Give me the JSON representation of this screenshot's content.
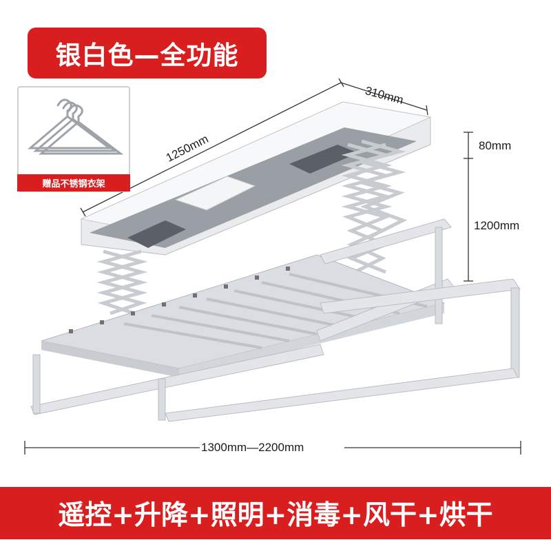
{
  "title_badge": {
    "text": "银白色—全功能"
  },
  "gift": {
    "label": "赠品不锈钢衣架"
  },
  "dimensions": {
    "depth": "310mm",
    "length": "1250mm",
    "box_height": "80mm",
    "lift_height": "1200mm",
    "extension": "1300mm—2200mm"
  },
  "bottom_banner": {
    "text": "遥控+升降+照明+消毒+风干+烘干"
  },
  "colors": {
    "accent_red": "#d81e1e",
    "frame_silver": "#d9dce0",
    "panel_dark": "#8d9198"
  }
}
